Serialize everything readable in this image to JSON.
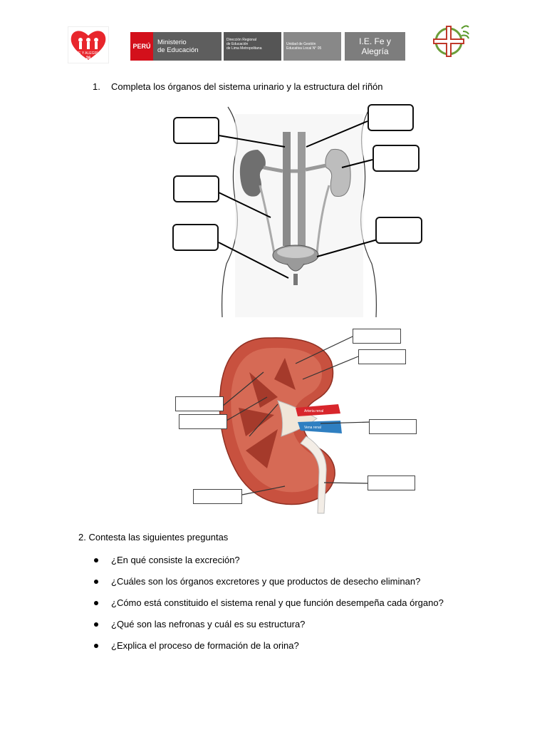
{
  "header": {
    "fya_logo_text": "FE Y ALEGRÍA",
    "fya_logo_number": "26",
    "peru_label": "PERÚ",
    "ministry_line1": "Ministerio",
    "ministry_line2": "de Educación",
    "dre_line1": "Dirección Regional",
    "dre_line2": "de Educación",
    "dre_line3": "de Lima Metropolitana",
    "ugel_line1": "Unidad de Gestión",
    "ugel_line2": "Educativa Local N° 05",
    "school_line1": "I.E. Fe y",
    "school_line2": "Alegría"
  },
  "question1": {
    "number": "1.",
    "text": "Completa los órganos del sistema urinario y la estructura del riñón"
  },
  "kidney_diagram": {
    "artery_label": "Arteria renal",
    "vein_label": "Vena renal"
  },
  "question2": {
    "title": "2. Contesta las siguientes preguntas",
    "items": [
      "¿En qué consiste la excreción?",
      "¿Cuáles son los órganos excretores y que productos de desecho eliminan?",
      "¿Cómo está constituido el sistema renal y que función desempeña cada órgano?",
      "¿Qué son las nefronas y cuál es su estructura?",
      "¿Explica el proceso de formación de la orina?"
    ]
  },
  "colors": {
    "peru_red": "#d3101b",
    "header_gray": "#5e5e5e",
    "kidney_red": "#c8513f",
    "artery_red": "#d8262c",
    "vein_blue": "#2f7fc1"
  }
}
